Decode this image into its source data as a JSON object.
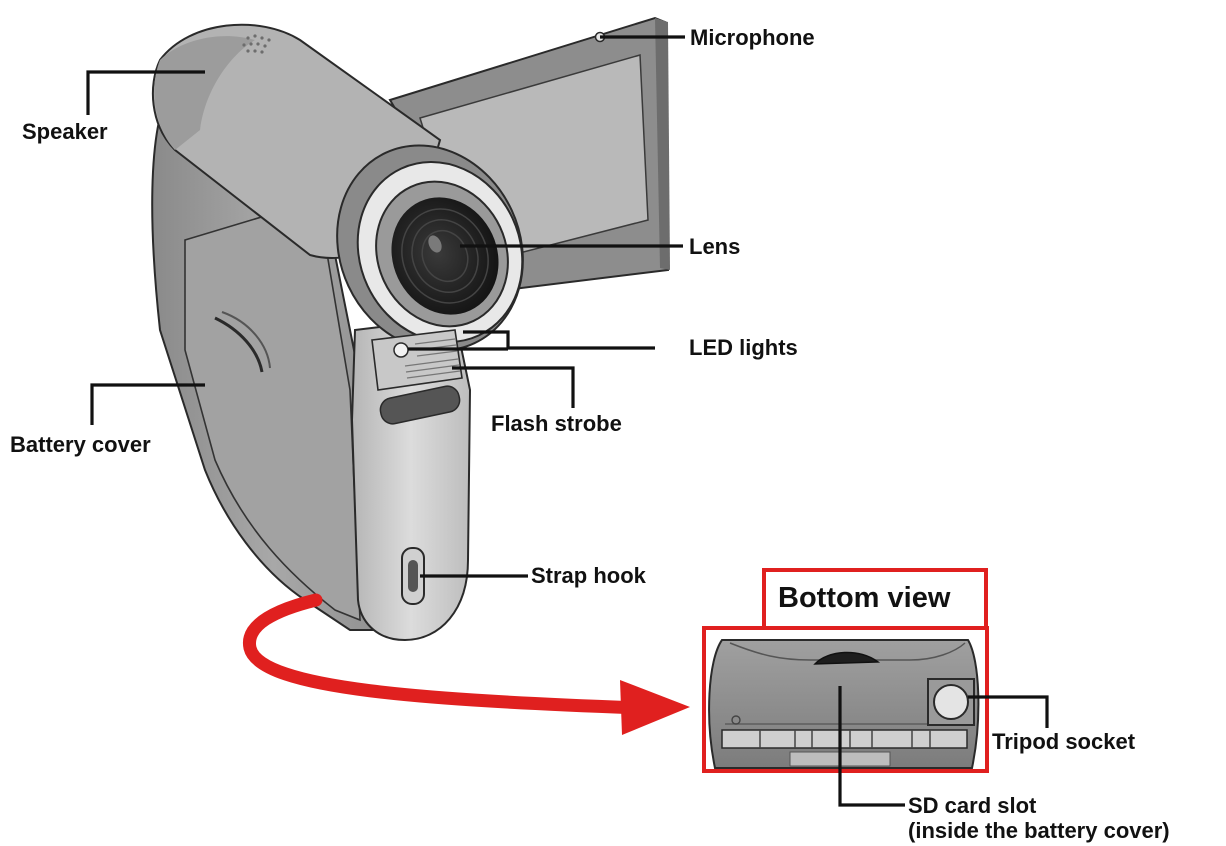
{
  "labels": {
    "microphone": "Microphone",
    "speaker": "Speaker",
    "lens": "Lens",
    "led_lights": "LED lights",
    "flash_strobe": "Flash strobe",
    "battery_cover": "Battery cover",
    "strap_hook": "Strap hook",
    "bottom_view": "Bottom view",
    "tripod_socket": "Tripod socket",
    "sd_card_slot_line1": "SD card slot",
    "sd_card_slot_line2": "(inside the battery cover)"
  },
  "colors": {
    "accent_red": "#e0201f",
    "body_gray": "#9a9a9a",
    "label_text": "#111111"
  }
}
